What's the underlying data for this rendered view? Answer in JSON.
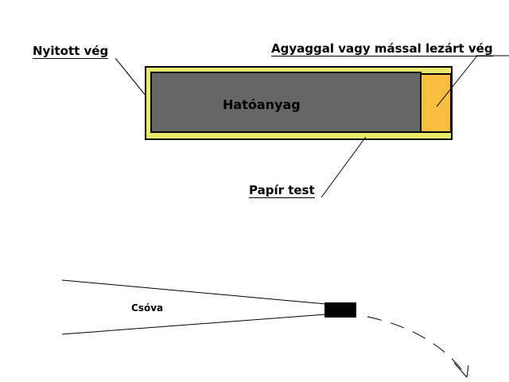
{
  "labels": {
    "open_end": "Nyitott vég",
    "sealed_end": "Agyaggal vagy mással lezárt vég",
    "paper_body": "Papír test",
    "active_agent": "Hatóanyag",
    "plume": "Csóva"
  },
  "colors": {
    "paper_body": "#eaea6a",
    "active_agent": "#666666",
    "sealing_plug": "#f8be40",
    "rocket": "#000000",
    "lines": "#000000",
    "background": "#ffffff"
  }
}
